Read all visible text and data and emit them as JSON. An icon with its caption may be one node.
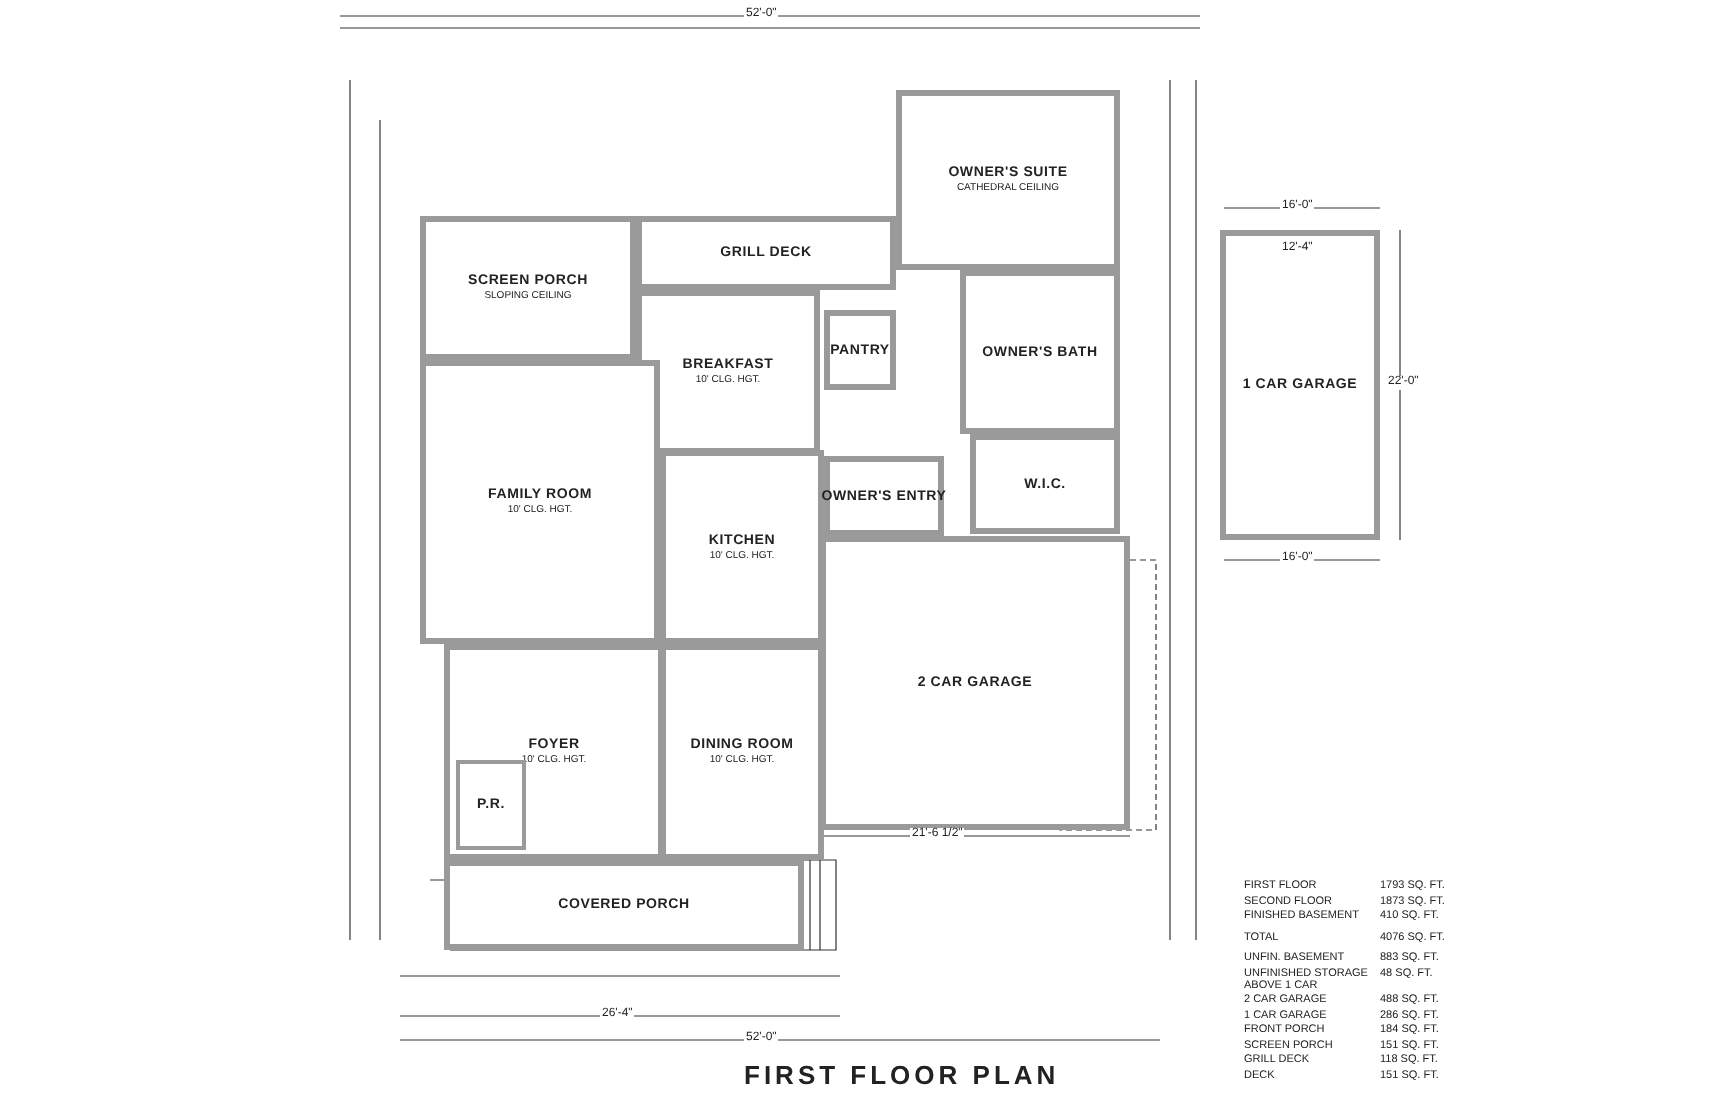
{
  "diagram": {
    "title": "FIRST FLOOR PLAN",
    "nodes": [
      {
        "text": [
          "SCREEN PORCH",
          "SLOPING CEILING"
        ]
      },
      {
        "text": [
          "GRILL DECK"
        ]
      },
      {
        "text": [
          "OWNER'S SUITE",
          "CATHEDRAL CEILING"
        ]
      },
      {
        "text": [
          "BREAKFAST",
          "10' CLG. HGT."
        ]
      },
      {
        "text": [
          "PANTRY"
        ]
      },
      {
        "text": [
          "OWNER'S BATH"
        ]
      },
      {
        "text": [
          "FAMILY ROOM",
          "10' CLG. HGT."
        ]
      },
      {
        "text": [
          "KITCHEN",
          "10' CLG. HGT."
        ]
      },
      {
        "text": [
          "OWNER'S ENTRY"
        ]
      },
      {
        "text": [
          "W.I.C."
        ]
      },
      {
        "text": [
          "1 CAR GARAGE"
        ]
      },
      {
        "text": [
          "2 CAR GARAGE"
        ]
      },
      {
        "text": [
          "FOYER",
          "10' CLG. HGT."
        ]
      },
      {
        "text": [
          "P.R."
        ],
        "in": 12
      },
      {
        "text": [
          "DINING ROOM",
          "10' CLG. HGT."
        ]
      },
      {
        "text": [
          "COVERED PORCH"
        ]
      }
    ],
    "edges": [],
    "labels": [
      "52'-0\"",
      "16'-0\"",
      "12'-4\"",
      "22'-0\"",
      "21'-6 1/2\"",
      "16'-0\"",
      "26'-4\"",
      "52'-0\"",
      "FIRST FLOOR",
      "1793 SQ. FT.",
      "SECOND FLOOR",
      "1873 SQ. FT.",
      "FINISHED BASEMENT",
      "410 SQ. FT.",
      "TOTAL",
      "4076 SQ. FT.",
      "UNFIN. BASEMENT",
      "883 SQ. FT.",
      "UNFINISHED STORAGE ABOVE 1 CAR",
      "48 SQ. FT.",
      "2 CAR GARAGE",
      "488 SQ. FT.",
      "1 CAR GARAGE",
      "286 SQ. FT.",
      "FRONT PORCH",
      "184 SQ. FT.",
      "SCREEN PORCH",
      "151 SQ. FT.",
      "GRILL DECK",
      "118 SQ. FT.",
      "DECK",
      "151 SQ. FT."
    ]
  }
}
